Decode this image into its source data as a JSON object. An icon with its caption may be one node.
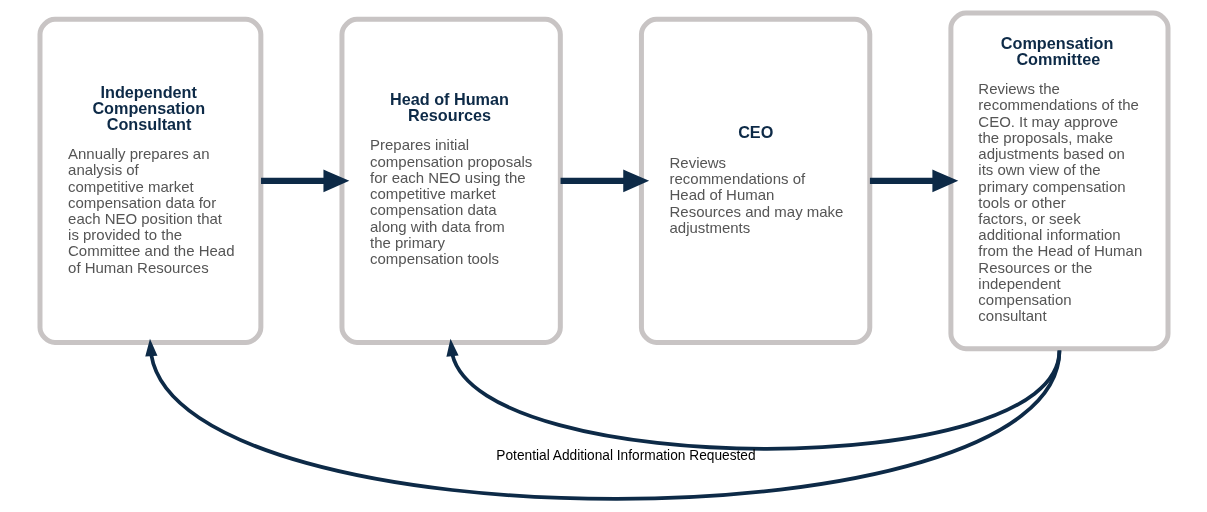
{
  "diagram": {
    "nodes": [
      {
        "text": [
          "Independent Compensation Consultant",
          "Annually prepares an analysis of competitive market compensation data for each NEO position that is provided to the Committee and the Head of Human Resources"
        ]
      },
      {
        "text": [
          "Head of Human Resources",
          "Prepares initial compensation proposals for each NEO using the competitive market compensation data along with data from the primary compensation tools"
        ]
      },
      {
        "text": [
          "CEO",
          "Reviews recommendations of Head of Human Resources and may make adjustments"
        ]
      },
      {
        "text": [
          "Compensation Committee",
          "Reviews the recommendations of the CEO. It may approve the proposals, make adjustments based on its own view of the primary compensation tools or other factors, or seek additional information from the Head of Human Resources or the independent compensation consultant"
        ]
      }
    ],
    "edges": [
      {
        "from": 0,
        "to": 1,
        "arrow": "to"
      },
      {
        "from": 1,
        "to": 2,
        "arrow": "to"
      },
      {
        "from": 2,
        "to": 3,
        "arrow": "to"
      },
      {
        "from": 3,
        "to": 1,
        "arrow": "to",
        "label": "Potential Additional Information Requested"
      },
      {
        "from": 3,
        "to": 0,
        "arrow": "to"
      }
    ]
  }
}
